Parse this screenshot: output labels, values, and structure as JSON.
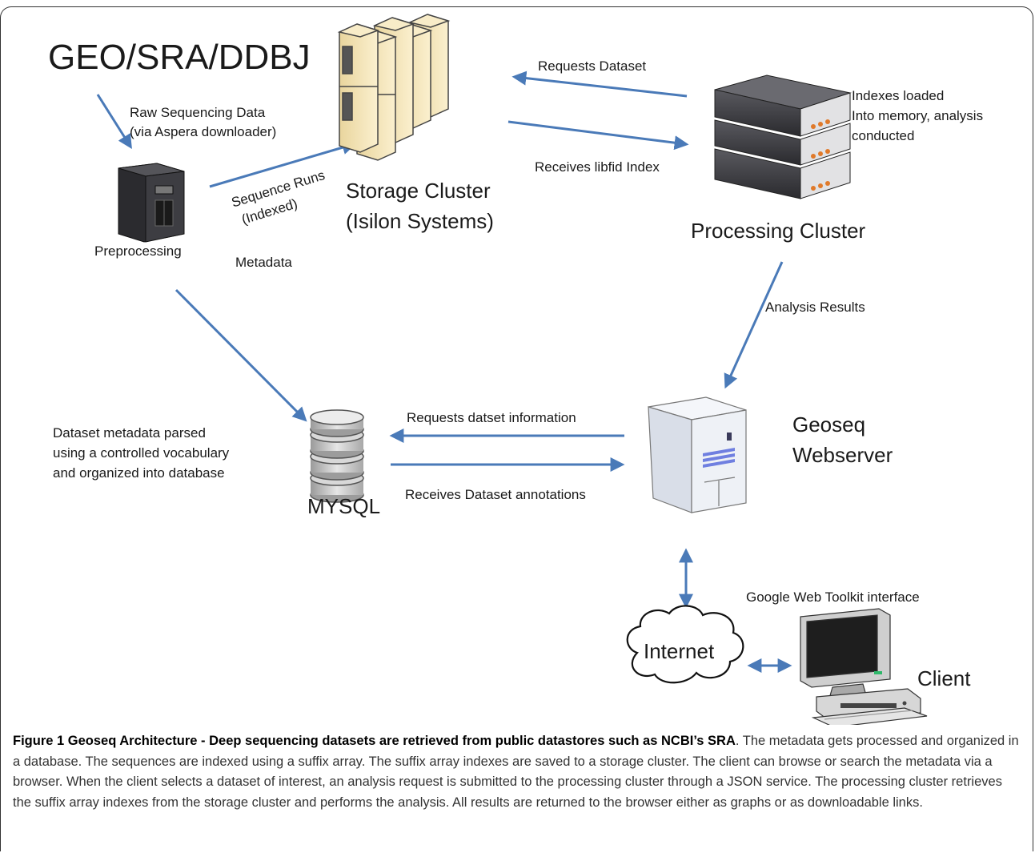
{
  "nodes": {
    "geo_sra_ddbj": "GEO/SRA/DDBJ",
    "preprocessing": "Preprocessing",
    "storage_cluster_line1": "Storage Cluster",
    "storage_cluster_line2": "(Isilon Systems)",
    "processing_cluster": "Processing Cluster",
    "mysql": "MYSQL",
    "geoseq_line1": "Geoseq",
    "geoseq_line2": "Webserver",
    "internet": "Internet",
    "client": "Client"
  },
  "labels": {
    "raw_line1": "Raw Sequencing Data",
    "raw_line2": "(via Aspera downloader)",
    "seq_runs_line1": "Sequence Runs",
    "seq_runs_line2": "(Indexed)",
    "metadata": "Metadata",
    "requests_dataset": "Requests Dataset",
    "receives_libfid": "Receives libfid Index",
    "indexes_line1": "Indexes loaded",
    "indexes_line2": "Into memory, analysis",
    "indexes_line3": "conducted",
    "analysis_results": "Analysis Results",
    "requests_datset_info": "Requests datset information",
    "receives_annotations": "Receives Dataset annotations",
    "dataset_meta_line1": "Dataset metadata parsed",
    "dataset_meta_line2": "using a controlled vocabulary",
    "dataset_meta_line3": "and organized into database",
    "gwt": "Google Web Toolkit interface"
  },
  "caption": {
    "bold": "Figure 1 Geoseq Architecture - Deep sequencing datasets are retrieved from public datastores such as NCBI’s SRA",
    "text": ". The metadata gets processed and organized in a database. The sequences are indexed using a suffix array. The suffix array indexes are saved to a storage cluster. The client can browse or search the metadata via a browser. When the client selects a dataset of interest, an analysis request is submitted to the processing cluster through a JSON service. The processing cluster retrieves the suffix array indexes from the storage cluster and performs the analysis. All results are returned to the browser either as graphs or as downloadable links."
  },
  "colors": {
    "arrow": "#4a7ab8",
    "server_dark": "#3a3a3e",
    "storage_tan": "#f3e3b8",
    "storage_dark": "#555555",
    "mysql_gray": "#c8c8c8",
    "webserver_light": "#eef1f6",
    "webserver_stripe": "#6f7fe0",
    "led_orange": "#e07a2a"
  }
}
